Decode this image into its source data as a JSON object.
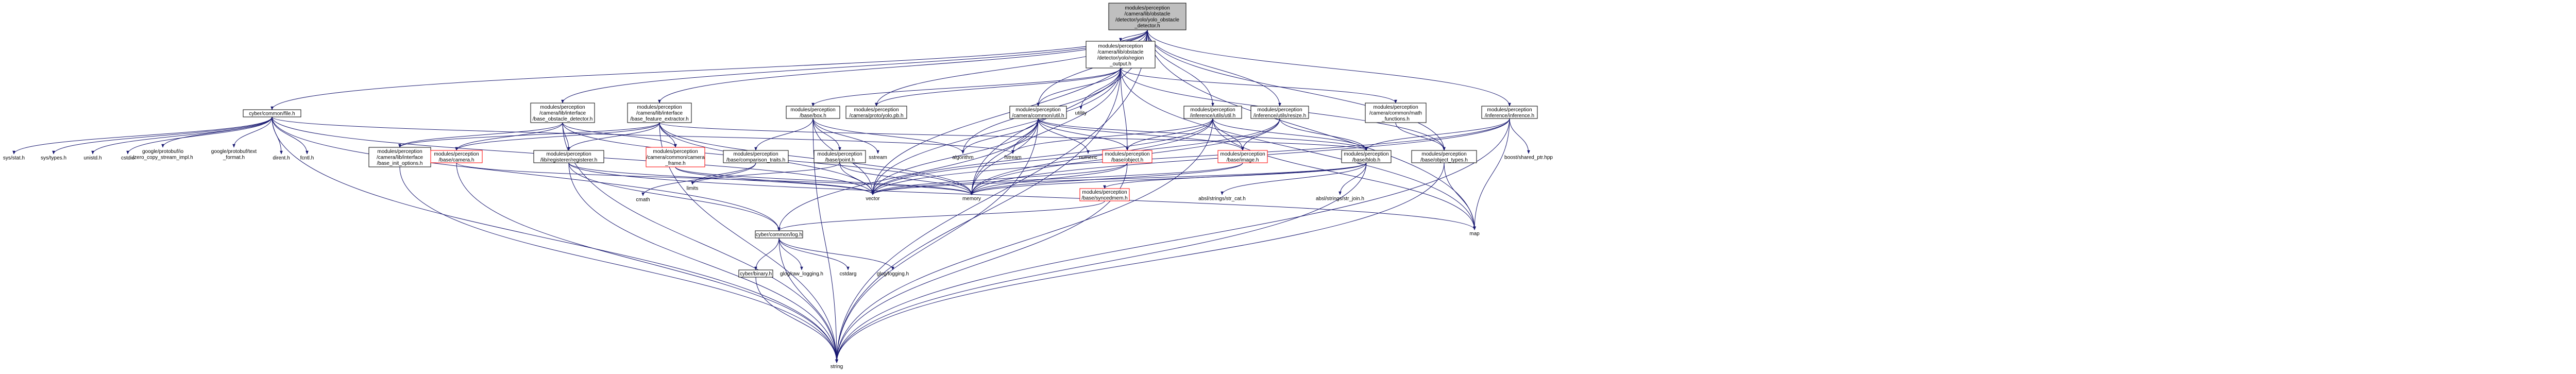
{
  "colors": {
    "edge": "#191970",
    "box_stroke": "#000000",
    "box_fill": "#ffffff",
    "root_fill": "#bfbfbf",
    "missing_stroke": "#ff0000",
    "plain_text": "#000000"
  },
  "nodes": [
    {
      "id": "root",
      "lines": [
        "modules/perception",
        "/camera/lib/obstacle",
        "/detector/yolo/yolo_obstacle",
        "_detector.h"
      ],
      "style": "root",
      "interactable": true
    },
    {
      "id": "cyberfile",
      "lines": [
        "cyber/common/file.h"
      ],
      "style": "box",
      "interactable": true
    },
    {
      "id": "baseobsdet",
      "lines": [
        "modules/perception",
        "/camera/lib/interface",
        "/base_obstacle_detector.h"
      ],
      "style": "box",
      "interactable": true
    },
    {
      "id": "basefeat",
      "lines": [
        "modules/perception",
        "/camera/lib/interface",
        "/base_feature_extractor.h"
      ],
      "style": "box",
      "interactable": true
    },
    {
      "id": "regionout",
      "lines": [
        "modules/perception",
        "/camera/lib/obstacle",
        "/detector/yolo/region",
        "_output.h"
      ],
      "style": "box",
      "interactable": true
    },
    {
      "id": "basebox",
      "lines": [
        "modules/perception",
        "/base/box.h"
      ],
      "style": "box",
      "interactable": true
    },
    {
      "id": "yolopb",
      "lines": [
        "modules/perception",
        "/camera/proto/yolo.pb.h"
      ],
      "style": "box",
      "interactable": true
    },
    {
      "id": "camutil",
      "lines": [
        "modules/perception",
        "/camera/common/util.h"
      ],
      "style": "box",
      "interactable": true
    },
    {
      "id": "infutil",
      "lines": [
        "modules/perception",
        "/inference/utils/util.h"
      ],
      "style": "box",
      "interactable": true
    },
    {
      "id": "resize",
      "lines": [
        "modules/perception",
        "/inference/utils/resize.h"
      ],
      "style": "box",
      "interactable": true
    },
    {
      "id": "mathfun",
      "lines": [
        "modules/perception",
        "/camera/common/math",
        "_functions.h"
      ],
      "style": "box",
      "interactable": true
    },
    {
      "id": "inference",
      "lines": [
        "modules/perception",
        "/inference/inference.h"
      ],
      "style": "box",
      "interactable": true
    },
    {
      "id": "utility",
      "lines": [
        "utility"
      ],
      "style": "plain",
      "interactable": false
    },
    {
      "id": "initopt",
      "lines": [
        "modules/perception",
        "/camera/lib/interface",
        "/base_init_options.h"
      ],
      "style": "box",
      "interactable": true
    },
    {
      "id": "basecamera",
      "lines": [
        "modules/perception",
        "/base/camera.h"
      ],
      "style": "missing",
      "interactable": true
    },
    {
      "id": "registerer",
      "lines": [
        "modules/perception",
        "/lib/registerer/registerer.h"
      ],
      "style": "box",
      "interactable": true
    },
    {
      "id": "camframe",
      "lines": [
        "modules/perception",
        "/camera/common/camera",
        "_frame.h"
      ],
      "style": "missing",
      "interactable": true
    },
    {
      "id": "comptraits",
      "lines": [
        "modules/perception",
        "/base/comparison_traits.h"
      ],
      "style": "box",
      "interactable": true
    },
    {
      "id": "basepoint",
      "lines": [
        "modules/perception",
        "/base/point.h"
      ],
      "style": "box",
      "interactable": true
    },
    {
      "id": "sstream",
      "lines": [
        "sstream"
      ],
      "style": "plain",
      "interactable": false
    },
    {
      "id": "algorithm",
      "lines": [
        "algorithm"
      ],
      "style": "plain",
      "interactable": false
    },
    {
      "id": "fstream",
      "lines": [
        "fstream"
      ],
      "style": "plain",
      "interactable": false
    },
    {
      "id": "numeric",
      "lines": [
        "numeric"
      ],
      "style": "plain",
      "interactable": false
    },
    {
      "id": "baseobject",
      "lines": [
        "modules/perception",
        "/base/object.h"
      ],
      "style": "missing",
      "interactable": true
    },
    {
      "id": "baseimage",
      "lines": [
        "modules/perception",
        "/base/image.h"
      ],
      "style": "missing",
      "interactable": true
    },
    {
      "id": "baseblob",
      "lines": [
        "modules/perception",
        "/base/blob.h"
      ],
      "style": "box",
      "interactable": true
    },
    {
      "id": "objtypes",
      "lines": [
        "modules/perception",
        "/base/object_types.h"
      ],
      "style": "box",
      "interactable": true
    },
    {
      "id": "sharedptr",
      "lines": [
        "boost/shared_ptr.hpp"
      ],
      "style": "plain",
      "interactable": false
    },
    {
      "id": "statH",
      "lines": [
        "sys/stat.h"
      ],
      "style": "plain",
      "interactable": false
    },
    {
      "id": "typesH",
      "lines": [
        "sys/types.h"
      ],
      "style": "plain",
      "interactable": false
    },
    {
      "id": "unistd",
      "lines": [
        "unistd.h"
      ],
      "style": "plain",
      "interactable": false
    },
    {
      "id": "cstdio",
      "lines": [
        "cstdio"
      ],
      "style": "plain",
      "interactable": false
    },
    {
      "id": "zerocopy",
      "lines": [
        "google/protobuf/io",
        "/zero_copy_stream_impl.h"
      ],
      "style": "plain",
      "interactable": false
    },
    {
      "id": "textformat",
      "lines": [
        "google/protobuf/text",
        "_format.h"
      ],
      "style": "plain",
      "interactable": false
    },
    {
      "id": "direntH",
      "lines": [
        "dirent.h"
      ],
      "style": "plain",
      "interactable": false
    },
    {
      "id": "fcntlH",
      "lines": [
        "fcntl.h"
      ],
      "style": "plain",
      "interactable": false
    },
    {
      "id": "cmath",
      "lines": [
        "cmath"
      ],
      "style": "plain",
      "interactable": false
    },
    {
      "id": "limits",
      "lines": [
        "limits"
      ],
      "style": "plain",
      "interactable": false
    },
    {
      "id": "vector",
      "lines": [
        "vector"
      ],
      "style": "plain",
      "interactable": false
    },
    {
      "id": "memory",
      "lines": [
        "memory"
      ],
      "style": "plain",
      "interactable": false
    },
    {
      "id": "syncedmem",
      "lines": [
        "modules/perception",
        "/base/syncedmem.h"
      ],
      "style": "missing",
      "interactable": true
    },
    {
      "id": "strcat",
      "lines": [
        "absl/strings/str_cat.h"
      ],
      "style": "plain",
      "interactable": false
    },
    {
      "id": "strjoin",
      "lines": [
        "absl/strings/str_join.h"
      ],
      "style": "plain",
      "interactable": false
    },
    {
      "id": "map",
      "lines": [
        "map"
      ],
      "style": "plain",
      "interactable": false
    },
    {
      "id": "cyberlog",
      "lines": [
        "cyber/common/log.h"
      ],
      "style": "box",
      "interactable": true
    },
    {
      "id": "binaryH",
      "lines": [
        "cyber/binary.h"
      ],
      "style": "box",
      "interactable": true
    },
    {
      "id": "rawlog",
      "lines": [
        "glog/raw_logging.h"
      ],
      "style": "plain",
      "interactable": false
    },
    {
      "id": "cstdarg",
      "lines": [
        "cstdarg"
      ],
      "style": "plain",
      "interactable": false
    },
    {
      "id": "gloglog",
      "lines": [
        "glog/logging.h"
      ],
      "style": "plain",
      "interactable": false
    },
    {
      "id": "string",
      "lines": [
        "string"
      ],
      "style": "plain",
      "interactable": false
    }
  ],
  "edges": [
    [
      "root",
      "cyberfile"
    ],
    [
      "root",
      "baseobsdet"
    ],
    [
      "root",
      "basefeat"
    ],
    [
      "root",
      "regionout"
    ],
    [
      "root",
      "yolopb"
    ],
    [
      "root",
      "camutil"
    ],
    [
      "root",
      "infutil"
    ],
    [
      "root",
      "resize"
    ],
    [
      "root",
      "inference"
    ],
    [
      "root",
      "objtypes"
    ],
    [
      "root",
      "vector"
    ],
    [
      "root",
      "memory"
    ],
    [
      "root",
      "map"
    ],
    [
      "root",
      "string"
    ],
    [
      "cyberfile",
      "statH"
    ],
    [
      "cyberfile",
      "typesH"
    ],
    [
      "cyberfile",
      "unistd"
    ],
    [
      "cyberfile",
      "cstdio"
    ],
    [
      "cyberfile",
      "zerocopy"
    ],
    [
      "cyberfile",
      "textformat"
    ],
    [
      "cyberfile",
      "direntH"
    ],
    [
      "cyberfile",
      "fcntlH"
    ],
    [
      "cyberfile",
      "fstream"
    ],
    [
      "cyberfile",
      "cyberlog"
    ],
    [
      "cyberfile",
      "string"
    ],
    [
      "cyberfile",
      "vector"
    ],
    [
      "baseobsdet",
      "initopt"
    ],
    [
      "baseobsdet",
      "basecamera"
    ],
    [
      "baseobsdet",
      "camframe"
    ],
    [
      "baseobsdet",
      "registerer"
    ],
    [
      "baseobsdet",
      "string"
    ],
    [
      "baseobsdet",
      "memory"
    ],
    [
      "basefeat",
      "initopt"
    ],
    [
      "basefeat",
      "basecamera"
    ],
    [
      "basefeat",
      "camframe"
    ],
    [
      "basefeat",
      "registerer"
    ],
    [
      "basefeat",
      "baseblob"
    ],
    [
      "basefeat",
      "vector"
    ],
    [
      "basefeat",
      "memory"
    ],
    [
      "basefeat",
      "string"
    ],
    [
      "regionout",
      "basebox"
    ],
    [
      "regionout",
      "yolopb"
    ],
    [
      "regionout",
      "camutil"
    ],
    [
      "regionout",
      "baseobject"
    ],
    [
      "regionout",
      "mathfun"
    ],
    [
      "regionout",
      "objtypes"
    ],
    [
      "regionout",
      "utility"
    ],
    [
      "regionout",
      "algorithm"
    ],
    [
      "regionout",
      "vector"
    ],
    [
      "regionout",
      "memory"
    ],
    [
      "regionout",
      "map"
    ],
    [
      "regionout",
      "string"
    ],
    [
      "basebox",
      "comptraits"
    ],
    [
      "basebox",
      "basepoint"
    ],
    [
      "basebox",
      "sstream"
    ],
    [
      "basebox",
      "algorithm"
    ],
    [
      "basebox",
      "string"
    ],
    [
      "basebox",
      "vector"
    ],
    [
      "camutil",
      "algorithm"
    ],
    [
      "camutil",
      "fstream"
    ],
    [
      "camutil",
      "numeric"
    ],
    [
      "camutil",
      "baseobject"
    ],
    [
      "camutil",
      "baseimage"
    ],
    [
      "camutil",
      "baseblob"
    ],
    [
      "camutil",
      "cyberlog"
    ],
    [
      "camutil",
      "vector"
    ],
    [
      "camutil",
      "memory"
    ],
    [
      "camutil",
      "string"
    ],
    [
      "infutil",
      "fstream"
    ],
    [
      "infutil",
      "baseobject"
    ],
    [
      "infutil",
      "baseimage"
    ],
    [
      "infutil",
      "baseblob"
    ],
    [
      "infutil",
      "memory"
    ],
    [
      "infutil",
      "vector"
    ],
    [
      "infutil",
      "map"
    ],
    [
      "infutil",
      "string"
    ],
    [
      "resize",
      "baseimage"
    ],
    [
      "resize",
      "baseblob"
    ],
    [
      "resize",
      "memory"
    ],
    [
      "resize",
      "vector"
    ],
    [
      "mathfun",
      "objtypes"
    ],
    [
      "inference",
      "baseblob"
    ],
    [
      "inference",
      "sharedptr"
    ],
    [
      "inference",
      "map"
    ],
    [
      "inference",
      "memory"
    ],
    [
      "inference",
      "vector"
    ],
    [
      "inference",
      "string"
    ],
    [
      "initopt",
      "string"
    ],
    [
      "basecamera",
      "memory"
    ],
    [
      "basecamera",
      "string"
    ],
    [
      "registerer",
      "vector"
    ],
    [
      "registerer",
      "map"
    ],
    [
      "registerer",
      "cyberlog"
    ],
    [
      "registerer",
      "string"
    ],
    [
      "camframe",
      "vector"
    ],
    [
      "camframe",
      "memory"
    ],
    [
      "comptraits",
      "cmath"
    ],
    [
      "comptraits",
      "limits"
    ],
    [
      "basepoint",
      "limits"
    ],
    [
      "basepoint",
      "vector"
    ],
    [
      "basepoint",
      "memory"
    ],
    [
      "baseobject",
      "vector"
    ],
    [
      "baseobject",
      "memory"
    ],
    [
      "baseobject",
      "string"
    ],
    [
      "baseimage",
      "memory"
    ],
    [
      "baseimage",
      "vector"
    ],
    [
      "baseblob",
      "syncedmem"
    ],
    [
      "baseblob",
      "strcat"
    ],
    [
      "baseblob",
      "strjoin"
    ],
    [
      "baseblob",
      "vector"
    ],
    [
      "baseblob",
      "memory"
    ],
    [
      "baseblob",
      "string"
    ],
    [
      "syncedmem",
      "cyberlog"
    ],
    [
      "objtypes",
      "map"
    ],
    [
      "objtypes",
      "string"
    ],
    [
      "cyberlog",
      "binaryH"
    ],
    [
      "cyberlog",
      "rawlog"
    ],
    [
      "cyberlog",
      "cstdarg"
    ],
    [
      "cyberlog",
      "gloglog"
    ],
    [
      "cyberlog",
      "string"
    ],
    [
      "binaryH",
      "string"
    ]
  ]
}
